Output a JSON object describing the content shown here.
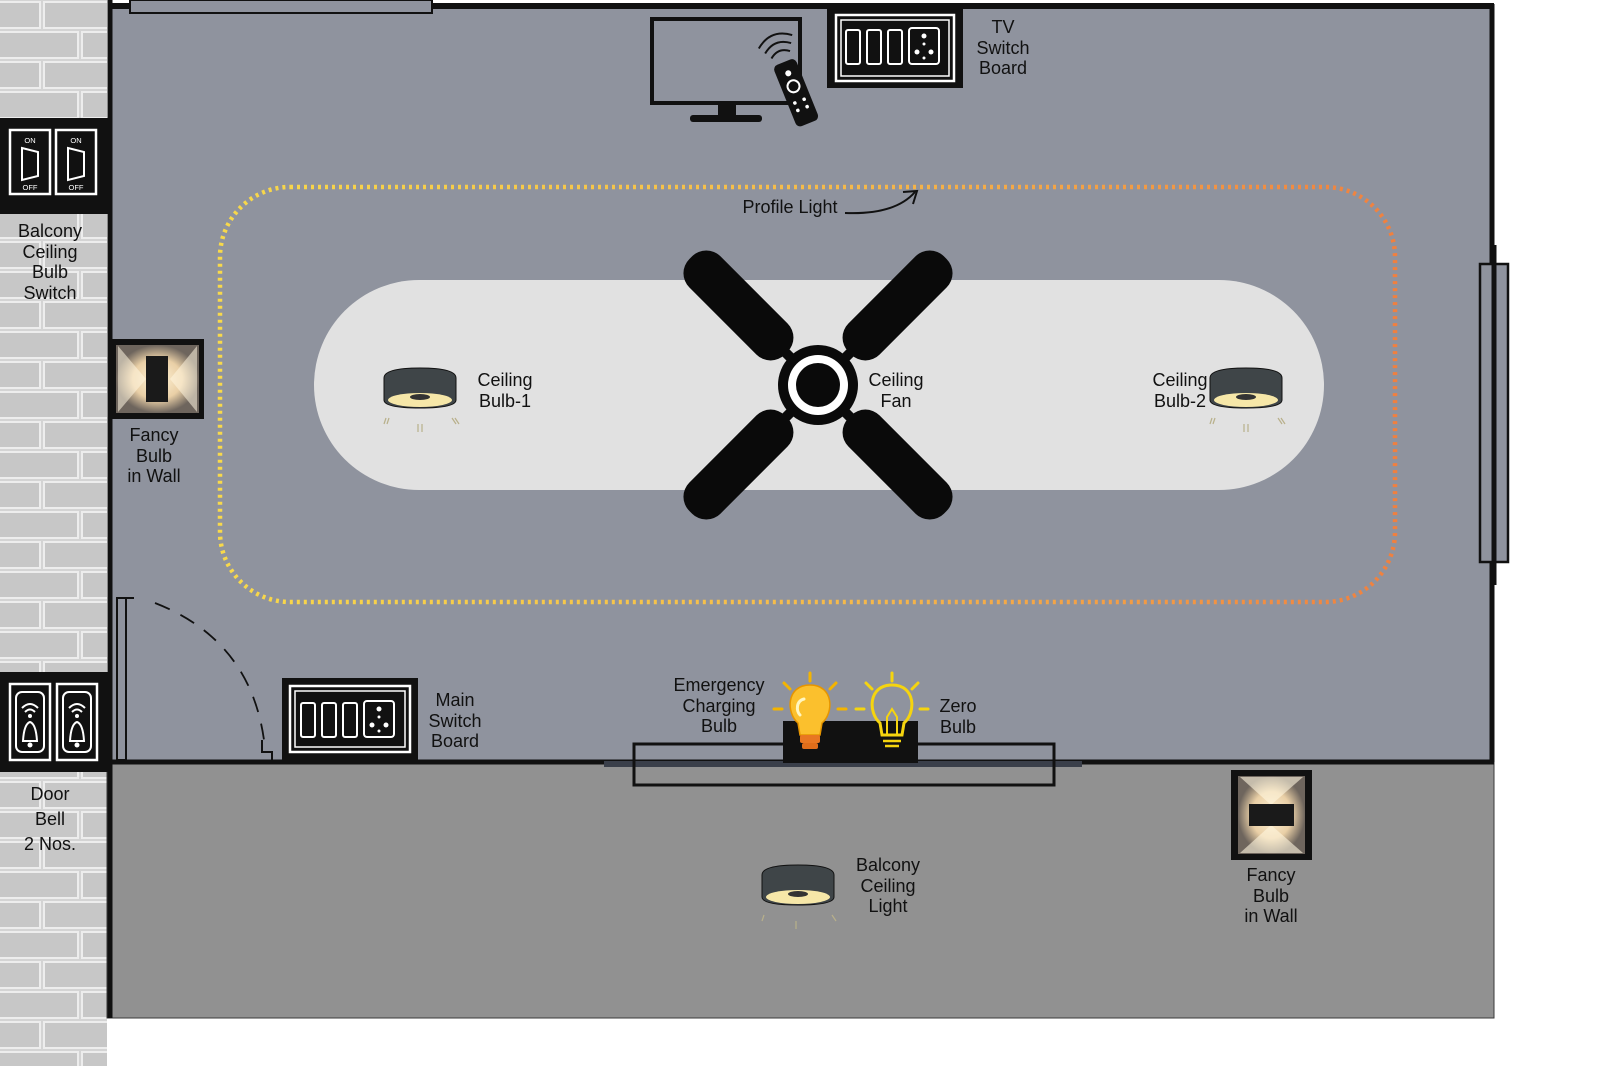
{
  "colors": {
    "room_floor": "#8f939e",
    "balcony_floor": "#919191",
    "brick_wall": "#cfcfcf",
    "ceiling_panel": "#e1e1e1",
    "profile_light_start": "#f8d24a",
    "profile_light_end": "#f08a45",
    "wall": "#111111"
  },
  "icons": [
    "switch-icon",
    "doorbell-icon",
    "wall-lamp-icon",
    "tv-icon",
    "remote-icon",
    "switchboard-icon",
    "ceiling-fan-icon",
    "ceiling-light-icon",
    "bulb-icon",
    "curved-arrow-icon"
  ],
  "labels": {
    "tv_switch_board": [
      "TV",
      "Switch",
      "Board"
    ],
    "balcony_ceiling_bulb_switch": [
      "Balcony",
      "Ceiling",
      "Bulb",
      "Switch"
    ],
    "profile_light": "Profile Light",
    "ceiling_bulb_1": [
      "Ceiling",
      "Bulb-1"
    ],
    "ceiling_fan": [
      "Ceiling",
      "Fan"
    ],
    "ceiling_bulb_2": [
      "Ceiling",
      "Bulb-2"
    ],
    "fancy_bulb_left": [
      "Fancy",
      "Bulb",
      "in Wall"
    ],
    "main_switch_board": [
      "Main",
      "Switch",
      "Board"
    ],
    "emergency_charging_bulb": [
      "Emergency",
      "Charging",
      "Bulb"
    ],
    "zero_bulb": [
      "Zero",
      "Bulb"
    ],
    "door_bell": [
      "Door",
      "Bell",
      "2 Nos."
    ],
    "balcony_ceiling_light": [
      "Balcony",
      "Ceiling",
      "Light"
    ],
    "fancy_bulb_right": [
      "Fancy",
      "Bulb",
      "in Wall"
    ]
  },
  "switch_text": {
    "on": "ON",
    "off": "OFF"
  }
}
